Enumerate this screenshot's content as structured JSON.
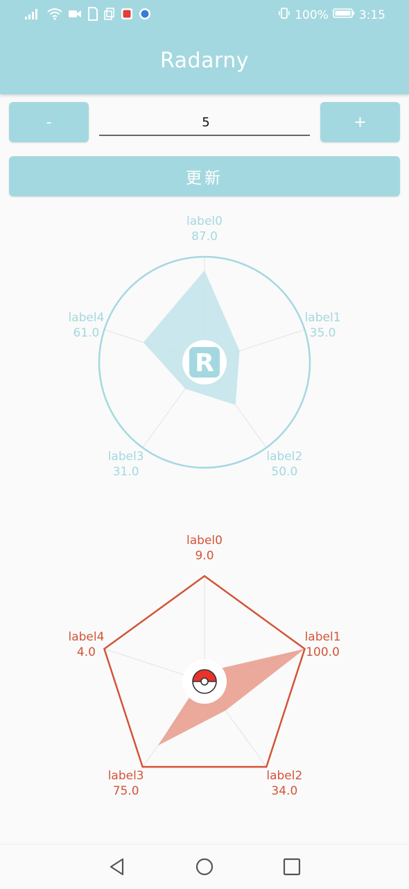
{
  "status_bar": {
    "left_icons": [
      "signal-icon",
      "wifi-icon",
      "video-icon",
      "sim-icon",
      "copy-icon",
      "app-red-icon",
      "browser-icon"
    ],
    "battery": "100%",
    "time": "3:15"
  },
  "app": {
    "title": "Radarny"
  },
  "controls": {
    "minus_label": "-",
    "plus_label": "+",
    "count_value": "5",
    "update_label": "更新"
  },
  "colors": {
    "accent": "#a4d8e0",
    "chart1": "#a4d8e0",
    "chart2": "#d35438"
  },
  "chart_data": [
    {
      "type": "radar",
      "shape": "circle",
      "center_icon": "registered-r-icon",
      "max": 100,
      "categories": [
        "label0",
        "label1",
        "label2",
        "label3",
        "label4"
      ],
      "values": [
        87.0,
        35.0,
        50.0,
        31.0,
        61.0
      ],
      "value_labels": [
        "87.0",
        "35.0",
        "50.0",
        "31.0",
        "61.0"
      ],
      "color": "#a4d8e0"
    },
    {
      "type": "radar",
      "shape": "polygon",
      "center_icon": "pokeball-icon",
      "max": 100,
      "categories": [
        "label0",
        "label1",
        "label2",
        "label3",
        "label4"
      ],
      "values": [
        9.0,
        100.0,
        34.0,
        75.0,
        4.0
      ],
      "value_labels": [
        "9.0",
        "100.0",
        "34.0",
        "75.0",
        "4.0"
      ],
      "color": "#d35438"
    }
  ],
  "nav": [
    "back-icon",
    "home-icon",
    "recents-icon"
  ]
}
